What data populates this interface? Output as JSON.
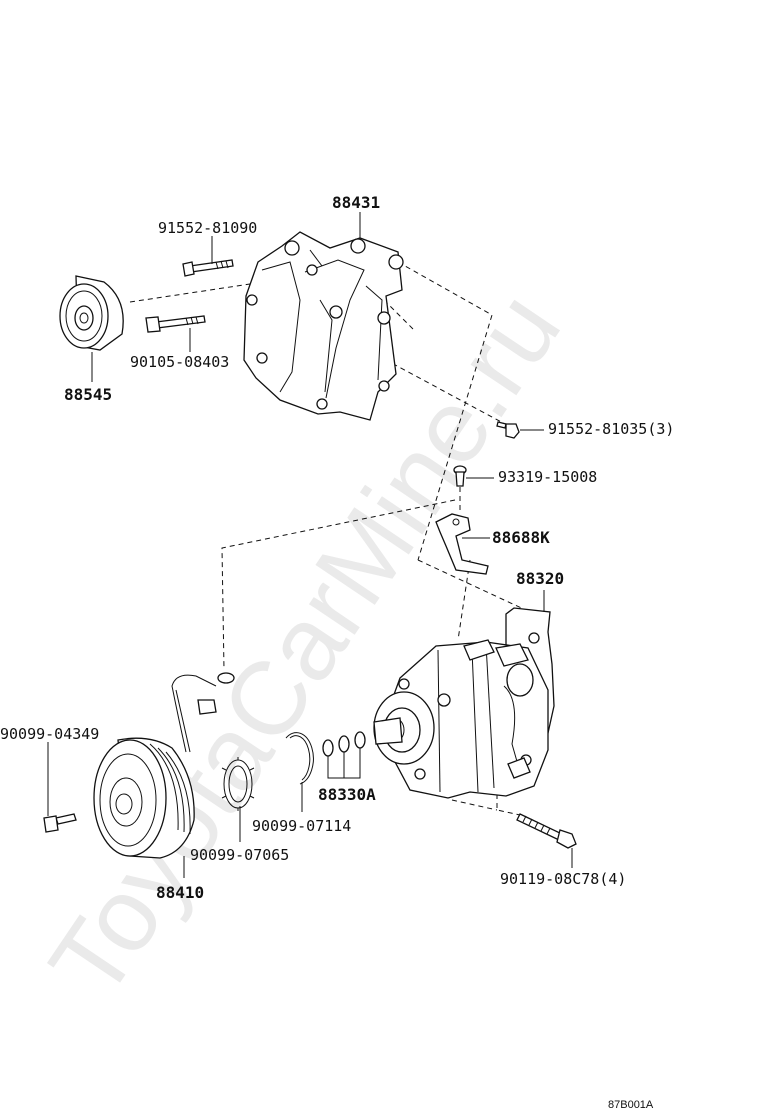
{
  "watermark": "ToyotaCarMine.ru",
  "diagram_code": "87B001A",
  "parts": {
    "bracket": "88431",
    "bracket_bolt_upper": "91552-81090",
    "idler_bolt": "90105-08403",
    "idler_pulley": "88545",
    "bracket_bolt_3": "91552-81035(3)",
    "clamp_bolt": "93319-15008",
    "hose_clamp": "88688K",
    "compressor": "88320",
    "clutch_bolt": "90099-04349",
    "snap_ring": "90099-07114",
    "shim_set": "88330A",
    "retainer": "90099-07065",
    "magnetic_clutch": "88410",
    "compressor_bolt_4": "90119-08C78(4)"
  }
}
